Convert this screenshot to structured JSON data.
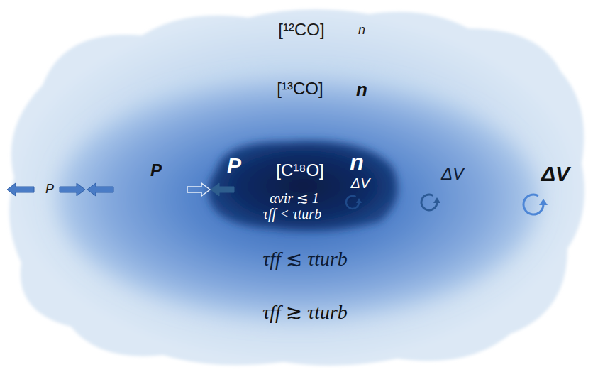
{
  "diagram": {
    "nodes": [
      {
        "text": [
          "[¹²CO]",
          "n",
          "P",
          "ΔV",
          "τff ≳ τturb"
        ]
      },
      {
        "text": [
          "[¹³CO]",
          "n",
          "P",
          "ΔV",
          "τff ≲ τturb"
        ],
        "in": 0
      },
      {
        "text": [
          "[C¹⁸O]",
          "n",
          "P",
          "ΔV",
          "αvir ≲ 1",
          "τff < τturb"
        ],
        "in": 1
      }
    ]
  }
}
